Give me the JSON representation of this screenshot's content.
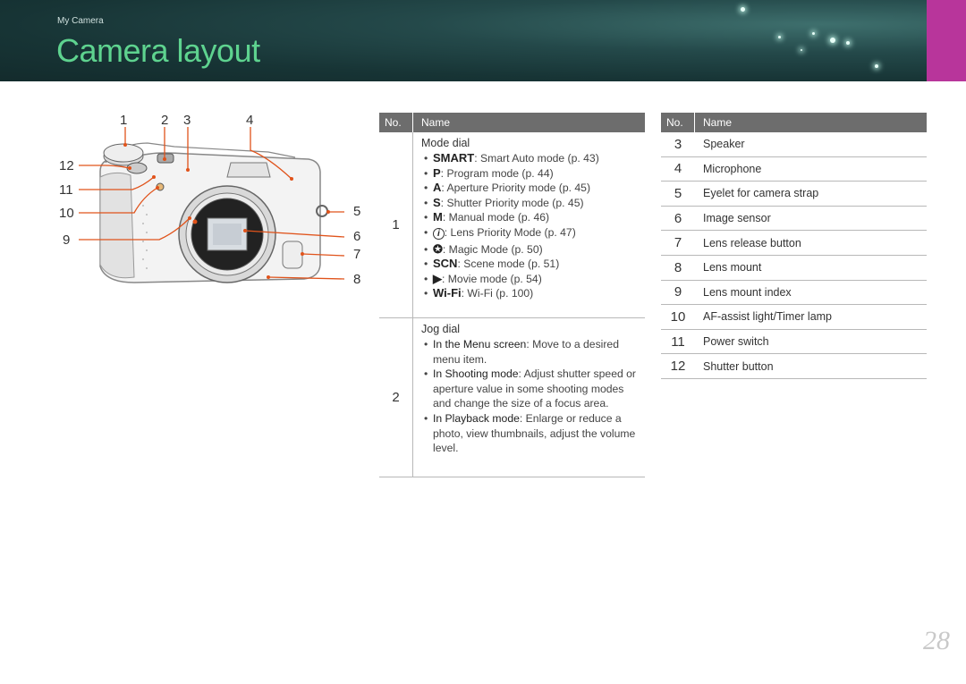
{
  "header": {
    "section": "My Camera",
    "title": "Camera layout",
    "accent_color": "#5ed38f",
    "tab_color": "#b8359b"
  },
  "callouts": {
    "top": [
      "1",
      "2",
      "3",
      "4"
    ],
    "left": [
      "12",
      "11",
      "10",
      "9"
    ],
    "right": [
      "5",
      "6",
      "7",
      "8"
    ],
    "line_color": "#e0531b"
  },
  "table1": {
    "col_no": "No.",
    "col_name": "Name",
    "rows": [
      {
        "no": "1",
        "head": "Mode dial",
        "items": [
          {
            "sym": "SMART",
            "text": ": Smart Auto mode (p. 43)"
          },
          {
            "sym": "P",
            "text": ": Program mode (p. 44)"
          },
          {
            "sym": "A",
            "text": ": Aperture Priority mode (p. 45)"
          },
          {
            "sym": "S",
            "text": ": Shutter Priority mode (p. 45)"
          },
          {
            "sym": "M",
            "text": ": Manual mode (p. 46)"
          },
          {
            "sym": "i",
            "text": ": Lens Priority Mode (p. 47)"
          },
          {
            "sym": "✪",
            "text": ": Magic Mode (p. 50)"
          },
          {
            "sym": "SCN",
            "text": ": Scene mode (p. 51)"
          },
          {
            "sym": "▶︎",
            "text": ": Movie mode (p. 54)"
          },
          {
            "sym": "Wi-Fi",
            "text": ": Wi-Fi (p. 100)"
          }
        ]
      },
      {
        "no": "2",
        "head": "Jog dial",
        "items": [
          {
            "kw": "In the Menu screen",
            "text": ": Move to a desired menu item."
          },
          {
            "kw": "In Shooting mode",
            "text": ": Adjust shutter speed or aperture value in some shooting modes and change the size of a focus area."
          },
          {
            "kw": "In Playback mode",
            "text": ": Enlarge or reduce a photo, view thumbnails, adjust the volume level."
          }
        ]
      }
    ]
  },
  "table2": {
    "col_no": "No.",
    "col_name": "Name",
    "rows": [
      {
        "no": "3",
        "name": "Speaker"
      },
      {
        "no": "4",
        "name": "Microphone"
      },
      {
        "no": "5",
        "name": "Eyelet for camera strap"
      },
      {
        "no": "6",
        "name": "Image sensor"
      },
      {
        "no": "7",
        "name": "Lens release button"
      },
      {
        "no": "8",
        "name": "Lens mount"
      },
      {
        "no": "9",
        "name": "Lens mount index"
      },
      {
        "no": "10",
        "name": "AF-assist light/Timer lamp"
      },
      {
        "no": "11",
        "name": "Power switch"
      },
      {
        "no": "12",
        "name": "Shutter button"
      }
    ]
  },
  "page_number": "28"
}
